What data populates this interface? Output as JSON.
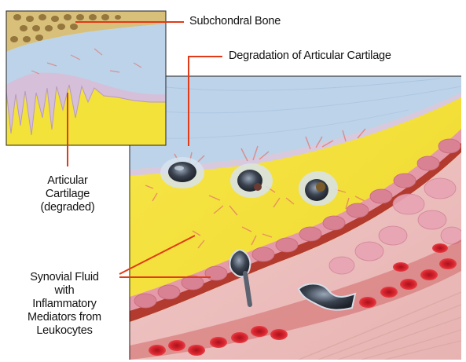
{
  "labels": {
    "subchondral_bone": "Subchondral Bone",
    "degradation": "Degradation of Articular Cartilage",
    "articular_cartilage": [
      "Articular",
      "Cartilage",
      "(degraded)"
    ],
    "synovial_fluid": [
      "Synovial Fluid",
      "with",
      "Inflammatory",
      "Mediators from",
      "Leukocytes"
    ]
  },
  "colors": {
    "leader_line": "#e03a16",
    "synovial_fluid": "#f2df2a",
    "cartilage": "#bcd3ea",
    "bone": "#d8bf7a",
    "synovial_membrane": "#e49aa8",
    "red_cells": "#d8242e"
  }
}
